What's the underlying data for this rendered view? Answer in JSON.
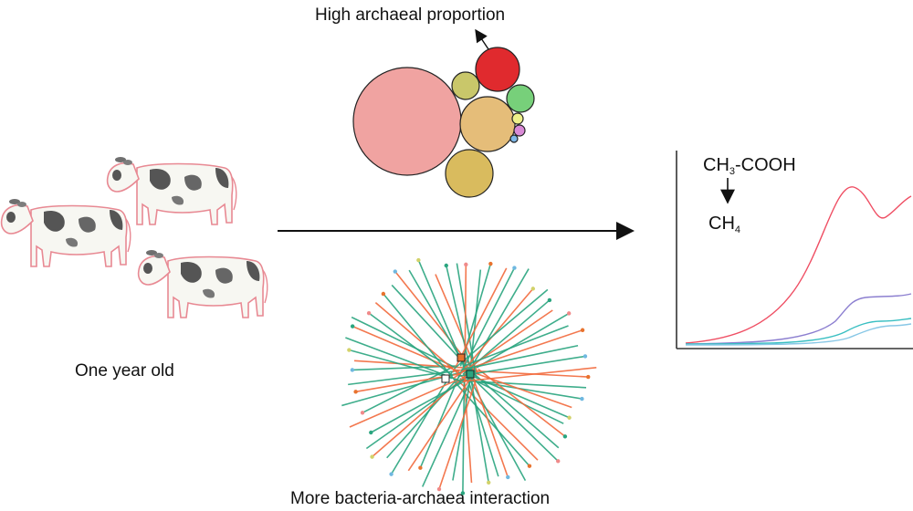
{
  "labels": {
    "top": "High archaeal proportion",
    "cows": "One year old",
    "bottom": "More bacteria-archaea interaction"
  },
  "reaction": {
    "substrate_main": "CH",
    "substrate_sub": "3",
    "substrate_rest": "-COOH",
    "product_main": "CH",
    "product_sub": "4"
  },
  "bubbles": [
    {
      "color": "#f0a3a1"
    },
    {
      "color": "#e5bd79"
    },
    {
      "color": "#d9bb5e"
    },
    {
      "color": "#e02a2e"
    },
    {
      "color": "#c9c76a"
    },
    {
      "color": "#77d07a"
    },
    {
      "color": "#eef08a"
    },
    {
      "color": "#d98ad6"
    },
    {
      "color": "#7fb8e8"
    }
  ],
  "network": {
    "edge_colors": [
      "#2aa57f",
      "#f26a3c"
    ],
    "node_colors": [
      "#e8732e",
      "#2aa57f",
      "#6fb8e0",
      "#f08a8a",
      "#d2d26a"
    ]
  },
  "methane_curves": {
    "colors": [
      "#ef4e63",
      "#8c7fd0",
      "#39bfc2",
      "#87c7e6"
    ]
  }
}
